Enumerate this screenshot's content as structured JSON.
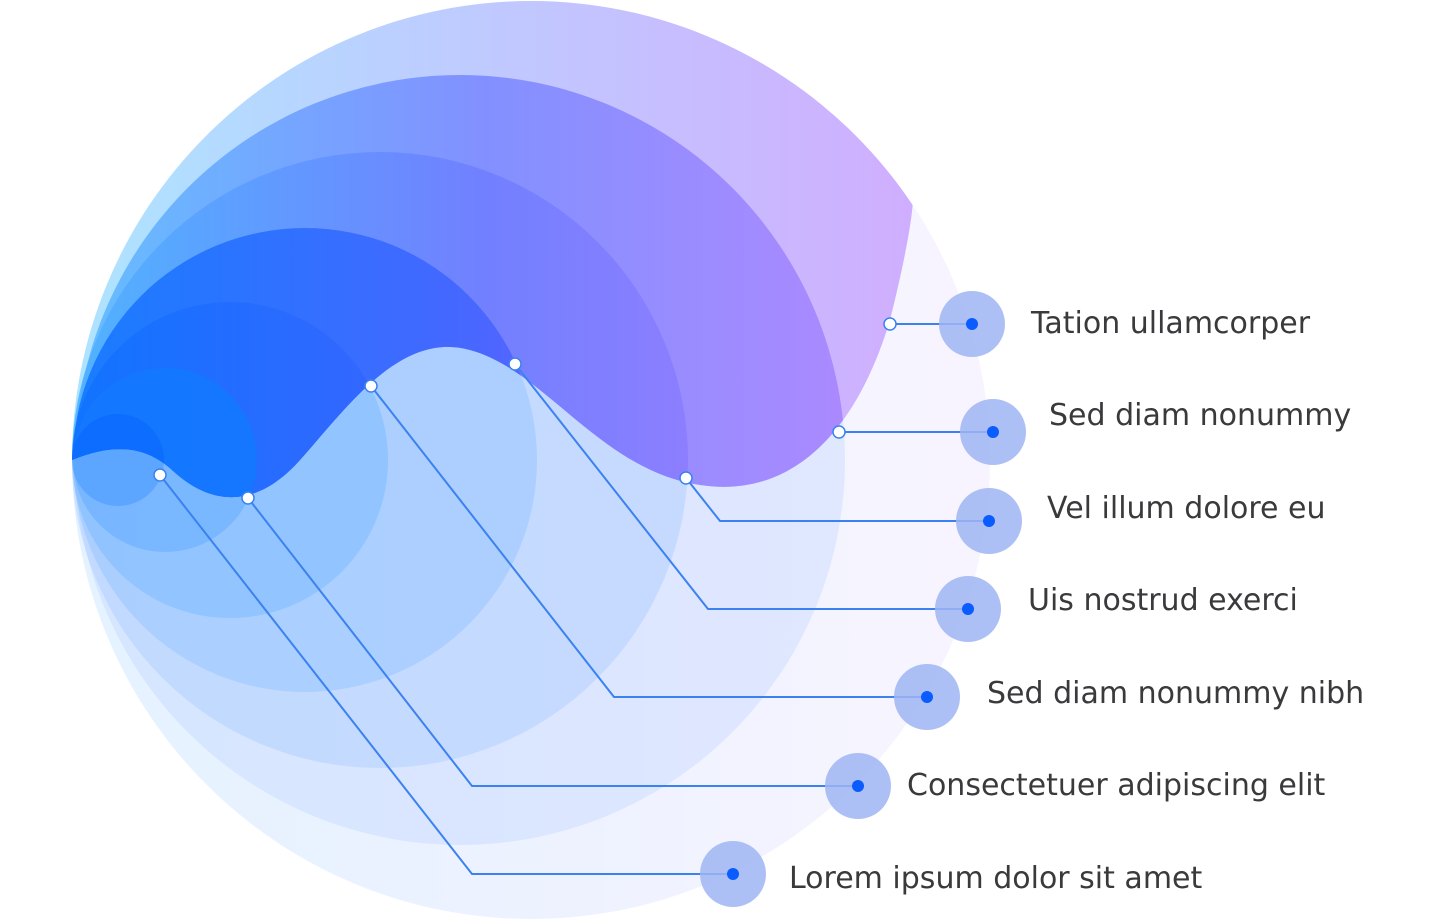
{
  "diagram": {
    "colors": {
      "light_cyan": "#b9e3ff",
      "sky_blue": "#5fb6ff",
      "blue": "#1d7bff",
      "indigo": "#4a5cff",
      "violet": "#8a6cff",
      "lavender": "#c9b0ff",
      "line_blue": "#3b82f0",
      "dot_blue": "#0a5cff",
      "callout_circle": "#9db4f2",
      "label_text": "#3a3a3c"
    },
    "labels": [
      {
        "text": "Tation ullamcorper"
      },
      {
        "text": "Sed diam nonummy"
      },
      {
        "text": "Vel illum dolore eu"
      },
      {
        "text": "Uis nostrud exerci"
      },
      {
        "text": "Sed diam nonummy nibh"
      },
      {
        "text": "Consectetuer adipiscing elit"
      },
      {
        "text": "Lorem ipsum dolor sit amet"
      }
    ]
  }
}
